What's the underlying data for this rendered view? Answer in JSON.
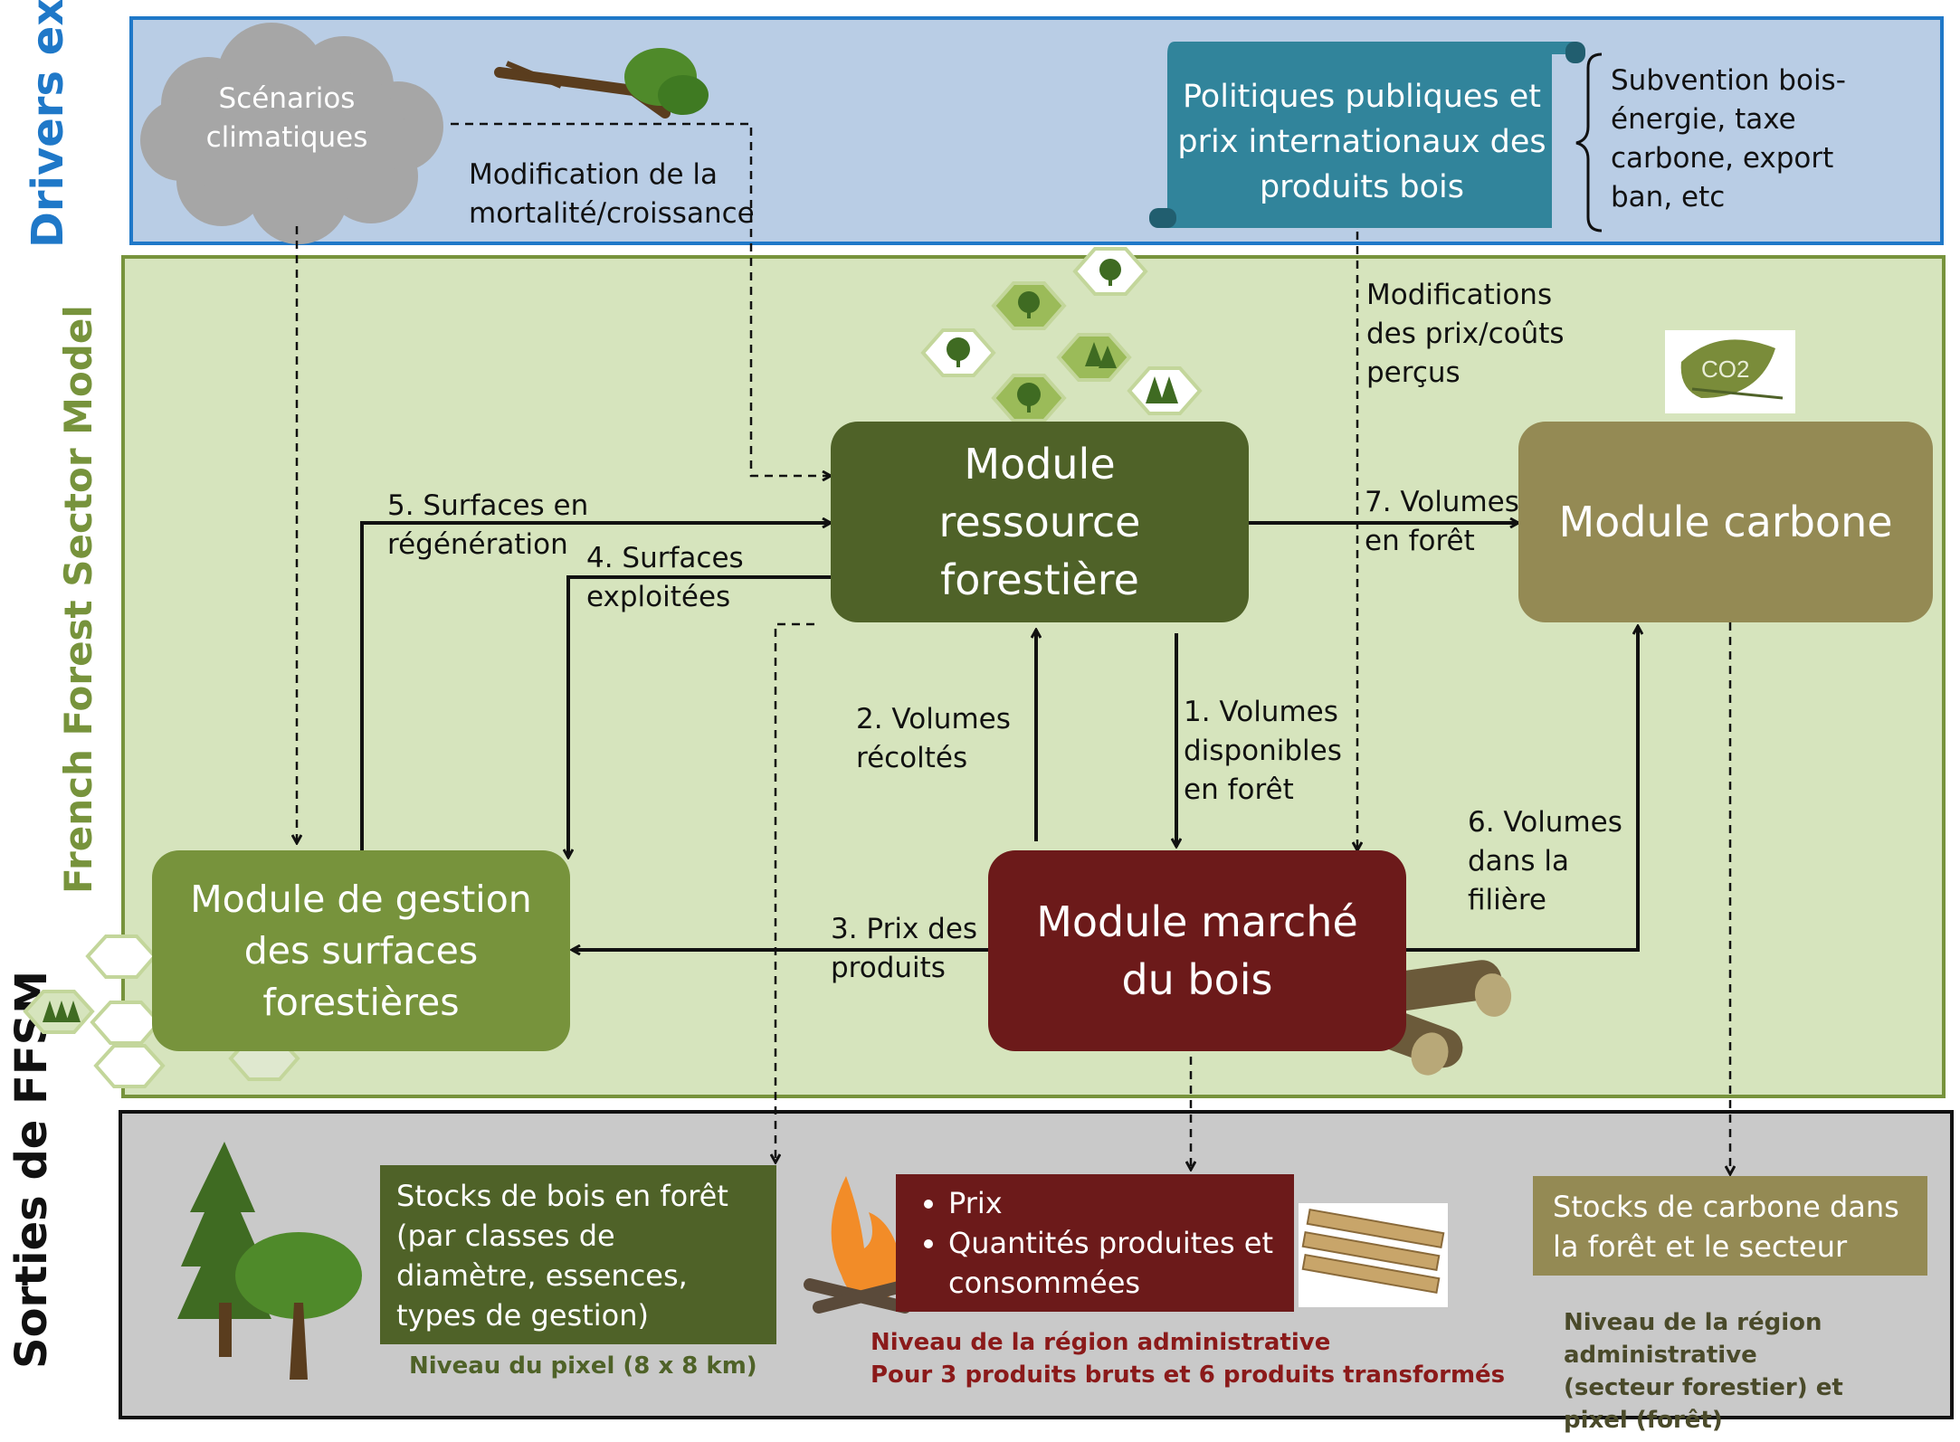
{
  "bands": {
    "drivers_label": "Drivers exogènes",
    "model_label": "French Forest Sector Model",
    "outputs_label": "Sorties de FFSM"
  },
  "drivers": {
    "climate": "Scénarios climatiques",
    "climate_effect": "Modification de la mortalité/croissance",
    "policy": "Politiques publiques et prix internationaux des produits bois",
    "policy_examples": "Subvention bois-énergie, taxe carbone, export ban, etc",
    "policy_effect": "Modifications des prix/coûts perçus"
  },
  "modules": {
    "resource": "Module ressource forestière",
    "carbon": "Module carbone",
    "market": "Module marché du bois",
    "management": "Module de gestion des surfaces forestières",
    "co2_badge": "CO2"
  },
  "flows": {
    "f1": "1. Volumes disponibles en forêt",
    "f2": "2. Volumes récoltés",
    "f3": "3. Prix des produits",
    "f4": "4. Surfaces exploitées",
    "f5": "5. Surfaces en régénération",
    "f6": "6. Volumes dans la filière",
    "f7": "7. Volumes en forêt"
  },
  "outputs": {
    "stocks_wood": "Stocks de bois en forêt (par classes de diamètre, essences, types de gestion)",
    "stocks_wood_level": "Niveau du pixel (8 x 8 km)",
    "market_items": [
      "Prix",
      "Quantités produites et consommées"
    ],
    "market_level_1": "Niveau de la région administrative",
    "market_level_2": "Pour 3 produits bruts et 6 produits transformés",
    "carbon_stocks": "Stocks de carbone dans la forêt et le secteur",
    "carbon_level": "Niveau de la région administrative (secteur forestier) et pixel (forêt)"
  },
  "colors": {
    "resource": "#4f6228",
    "carbon": "#948a54",
    "market": "#6c1a1a",
    "management": "#77933c",
    "policy": "#31849b",
    "drivers_text": "#1f78c8",
    "model_text": "#77933c"
  }
}
